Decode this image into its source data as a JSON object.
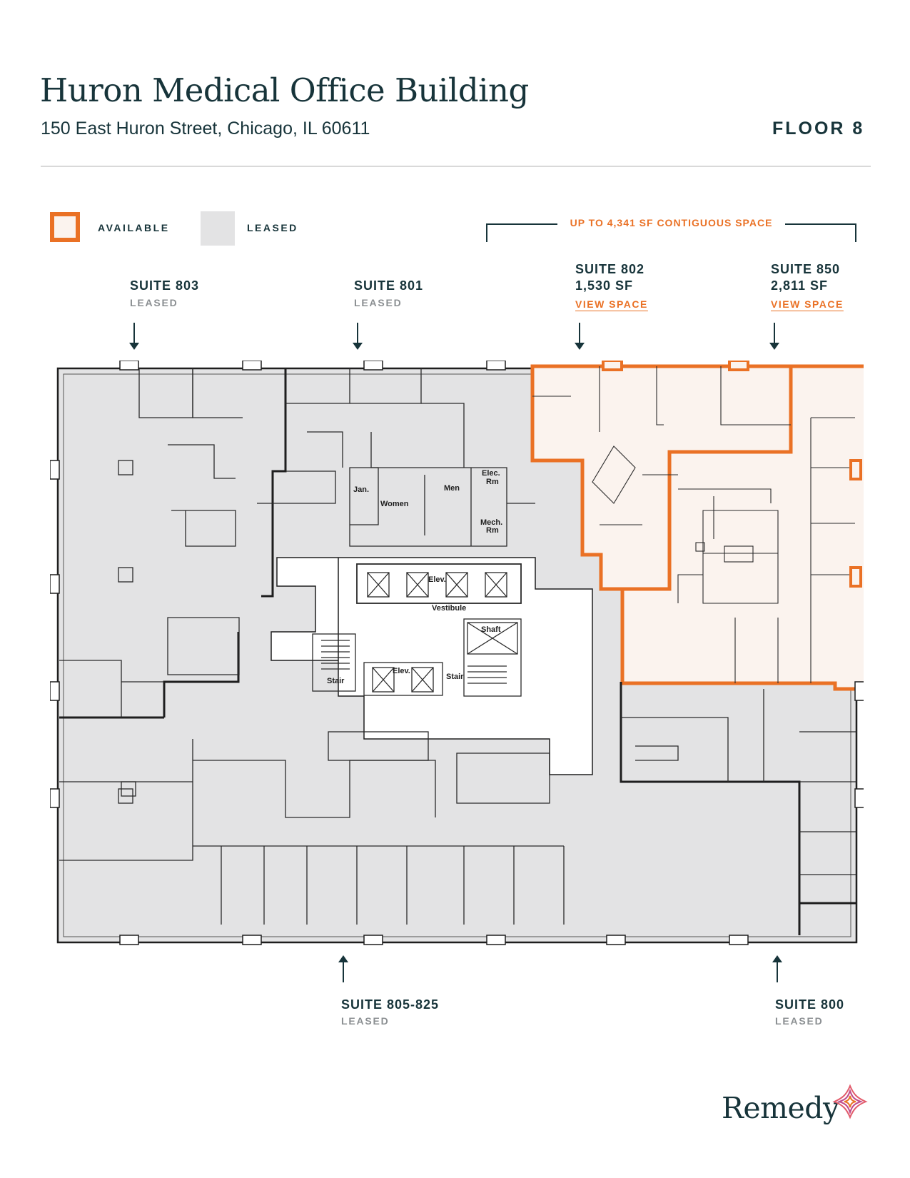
{
  "header": {
    "title": "Huron Medical Office Building",
    "address": "150 East Huron Street, Chicago, IL 60611",
    "floor": "FLOOR 8"
  },
  "legend": {
    "available": "AVAILABLE",
    "leased": "LEASED",
    "available_color": "#ea7125",
    "leased_color": "#e3e3e4"
  },
  "contiguous_note": "UP TO 4,341 SF CONTIGUOUS SPACE",
  "suites": {
    "s803": {
      "name": "SUITE 803",
      "status": "LEASED"
    },
    "s801": {
      "name": "SUITE 801",
      "status": "LEASED"
    },
    "s802": {
      "name": "SUITE 802",
      "sf": "1,530 SF",
      "link": "VIEW SPACE"
    },
    "s850": {
      "name": "SUITE 850",
      "sf": "2,811 SF",
      "link": "VIEW SPACE"
    },
    "s805": {
      "name": "SUITE 805-825",
      "status": "LEASED"
    },
    "s800": {
      "name": "SUITE 800",
      "status": "LEASED"
    }
  },
  "rooms": {
    "elec": "Elec.",
    "elec2": "Rm",
    "mech": "Mech.",
    "mech2": "Rm",
    "jan": "Jan.",
    "men": "Men",
    "women": "Women",
    "elev": "Elev.",
    "elev2": "Elev.",
    "vestibule": "Vestibule",
    "shaft": "Shaft",
    "stair1": "Stair",
    "stair2": "Stair"
  },
  "brand": {
    "logo": "Remedy",
    "accent": "#ea7125",
    "ink": "#17343a"
  }
}
